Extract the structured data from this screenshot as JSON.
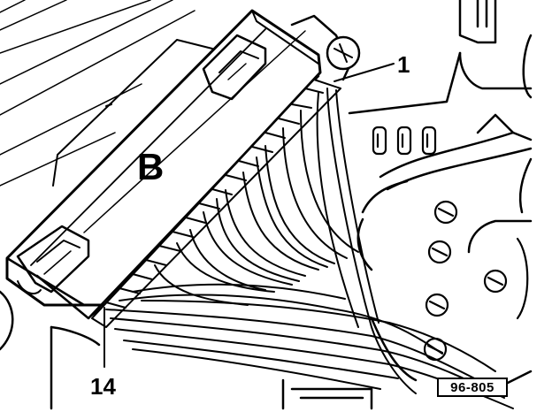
{
  "labels": {
    "module": "B",
    "callout_1": "1",
    "callout_14": "14",
    "figure_ref": "96-805"
  }
}
